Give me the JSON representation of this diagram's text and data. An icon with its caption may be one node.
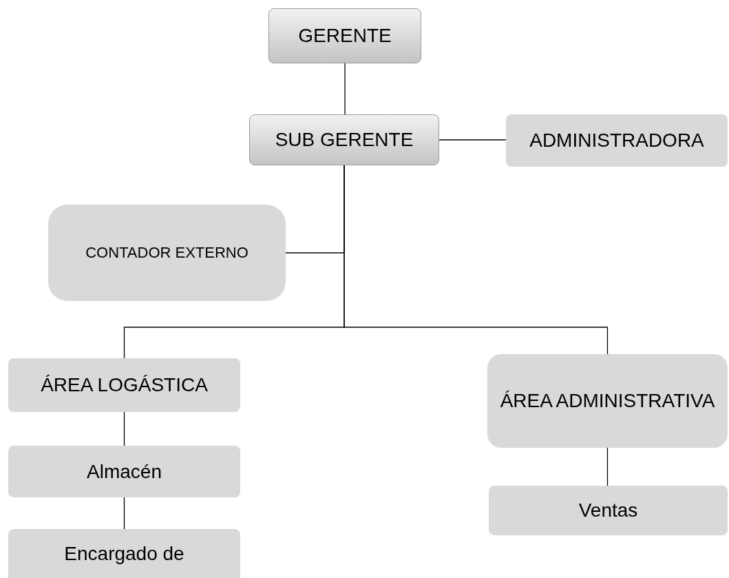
{
  "diagram": {
    "nodes": [
      {
        "text": [
          "GERENTE"
        ]
      },
      {
        "text": [
          "SUB GERENTE"
        ]
      },
      {
        "text": [
          "ADMINISTRADORA"
        ]
      },
      {
        "text": [
          "CONTADOR EXTERNO"
        ]
      },
      {
        "text": [
          "ÁREA LOGÁSTICA"
        ]
      },
      {
        "text": [
          "ÁREA ADMINISTRATIVA"
        ]
      },
      {
        "text": [
          "Almacén"
        ]
      },
      {
        "text": [
          "Encargado de"
        ]
      },
      {
        "text": [
          "Ventas"
        ]
      }
    ],
    "edges": [
      {
        "from": 0,
        "to": 1,
        "arrow": "none"
      },
      {
        "from": 1,
        "to": 2,
        "arrow": "none"
      },
      {
        "from": 1,
        "to": 3,
        "arrow": "none"
      },
      {
        "from": 1,
        "to": 4,
        "arrow": "none"
      },
      {
        "from": 1,
        "to": 5,
        "arrow": "none"
      },
      {
        "from": 4,
        "to": 6,
        "arrow": "none"
      },
      {
        "from": 6,
        "to": 7,
        "arrow": "none"
      },
      {
        "from": 5,
        "to": 8,
        "arrow": "none"
      }
    ]
  }
}
